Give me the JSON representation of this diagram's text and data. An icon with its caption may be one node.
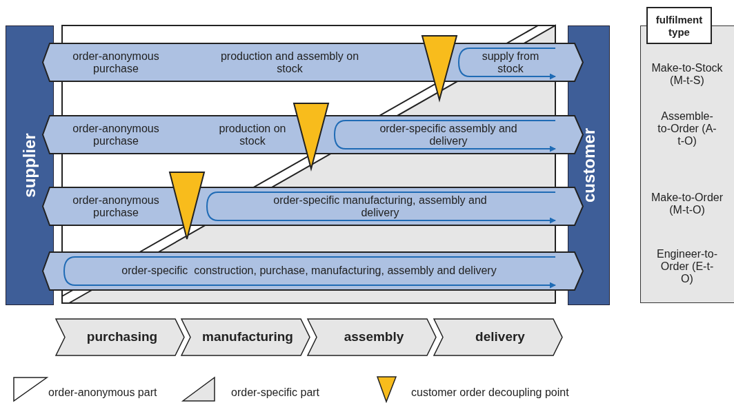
{
  "diagram": {
    "nodes": [
      {
        "text": [
          "supplier"
        ]
      },
      {
        "text": [
          "customer"
        ]
      },
      {
        "text": [
          "order-anonymous purchase",
          "production and assembly on stock",
          "supply from stock"
        ]
      },
      {
        "text": [
          "order-anonymous purchase",
          "production on stock",
          "order-specific assembly and delivery"
        ]
      },
      {
        "text": [
          "order-anonymous purchase",
          "order-specific manufacturing, assembly and delivery"
        ]
      },
      {
        "text": [
          "order-specific  construction, purchase, manufacturing, assembly and delivery"
        ]
      },
      {
        "text": [
          "purchasing"
        ]
      },
      {
        "text": [
          "manufacturing"
        ]
      },
      {
        "text": [
          "assembly"
        ]
      },
      {
        "text": [
          "delivery"
        ]
      },
      {
        "text": [
          "fulfilment type",
          "Make-to-Stock (M-t-S)",
          "Assemble-to-Order (A-t-O)",
          "Make-to-Order (M-t-O)",
          "Engineer-to-Order (E-t-O)"
        ]
      },
      {
        "text": [],
        "shape": "triangle"
      },
      {
        "text": [],
        "shape": "triangle"
      },
      {
        "text": [],
        "shape": "triangle"
      }
    ],
    "legend": [
      {
        "text": "order-anonymous part"
      },
      {
        "text": "order-specific part"
      },
      {
        "text": "customer order decoupling point"
      }
    ]
  }
}
